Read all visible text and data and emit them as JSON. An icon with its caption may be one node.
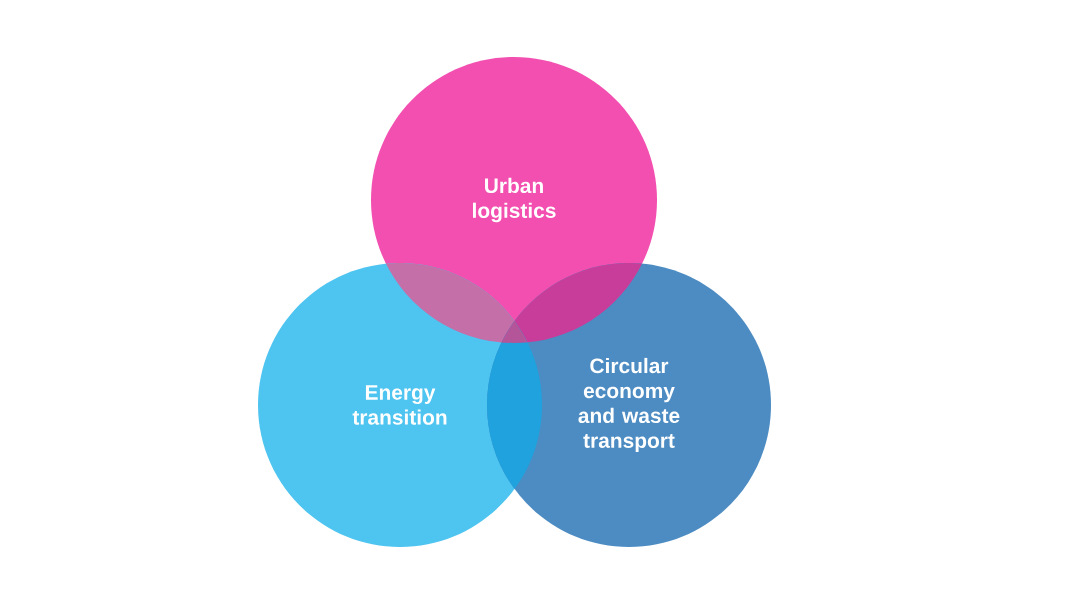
{
  "diagram": {
    "nodes": [
      {
        "text": [
          "Urban logistics"
        ]
      },
      {
        "text": [
          "Energy transition"
        ]
      },
      {
        "text": [
          "Circular economy and waste transport"
        ]
      }
    ]
  }
}
